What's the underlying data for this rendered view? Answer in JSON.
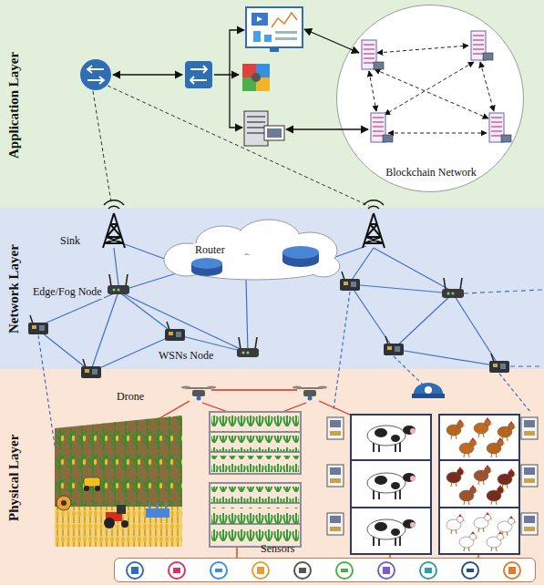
{
  "diagram": {
    "nodes": [
      {
        "text": [
          "Application Layer"
        ]
      },
      {
        "text": [
          "Network Layer"
        ]
      },
      {
        "text": [
          "Physical Layer"
        ]
      },
      {
        "text": [
          "Blockchain Network"
        ],
        "in": 0
      },
      {
        "text": [
          "Sensors"
        ],
        "in": 2
      }
    ],
    "labels": [
      "Sink",
      "Router",
      "Edge/Fog Node",
      "WSNs Node",
      "Drone"
    ]
  }
}
